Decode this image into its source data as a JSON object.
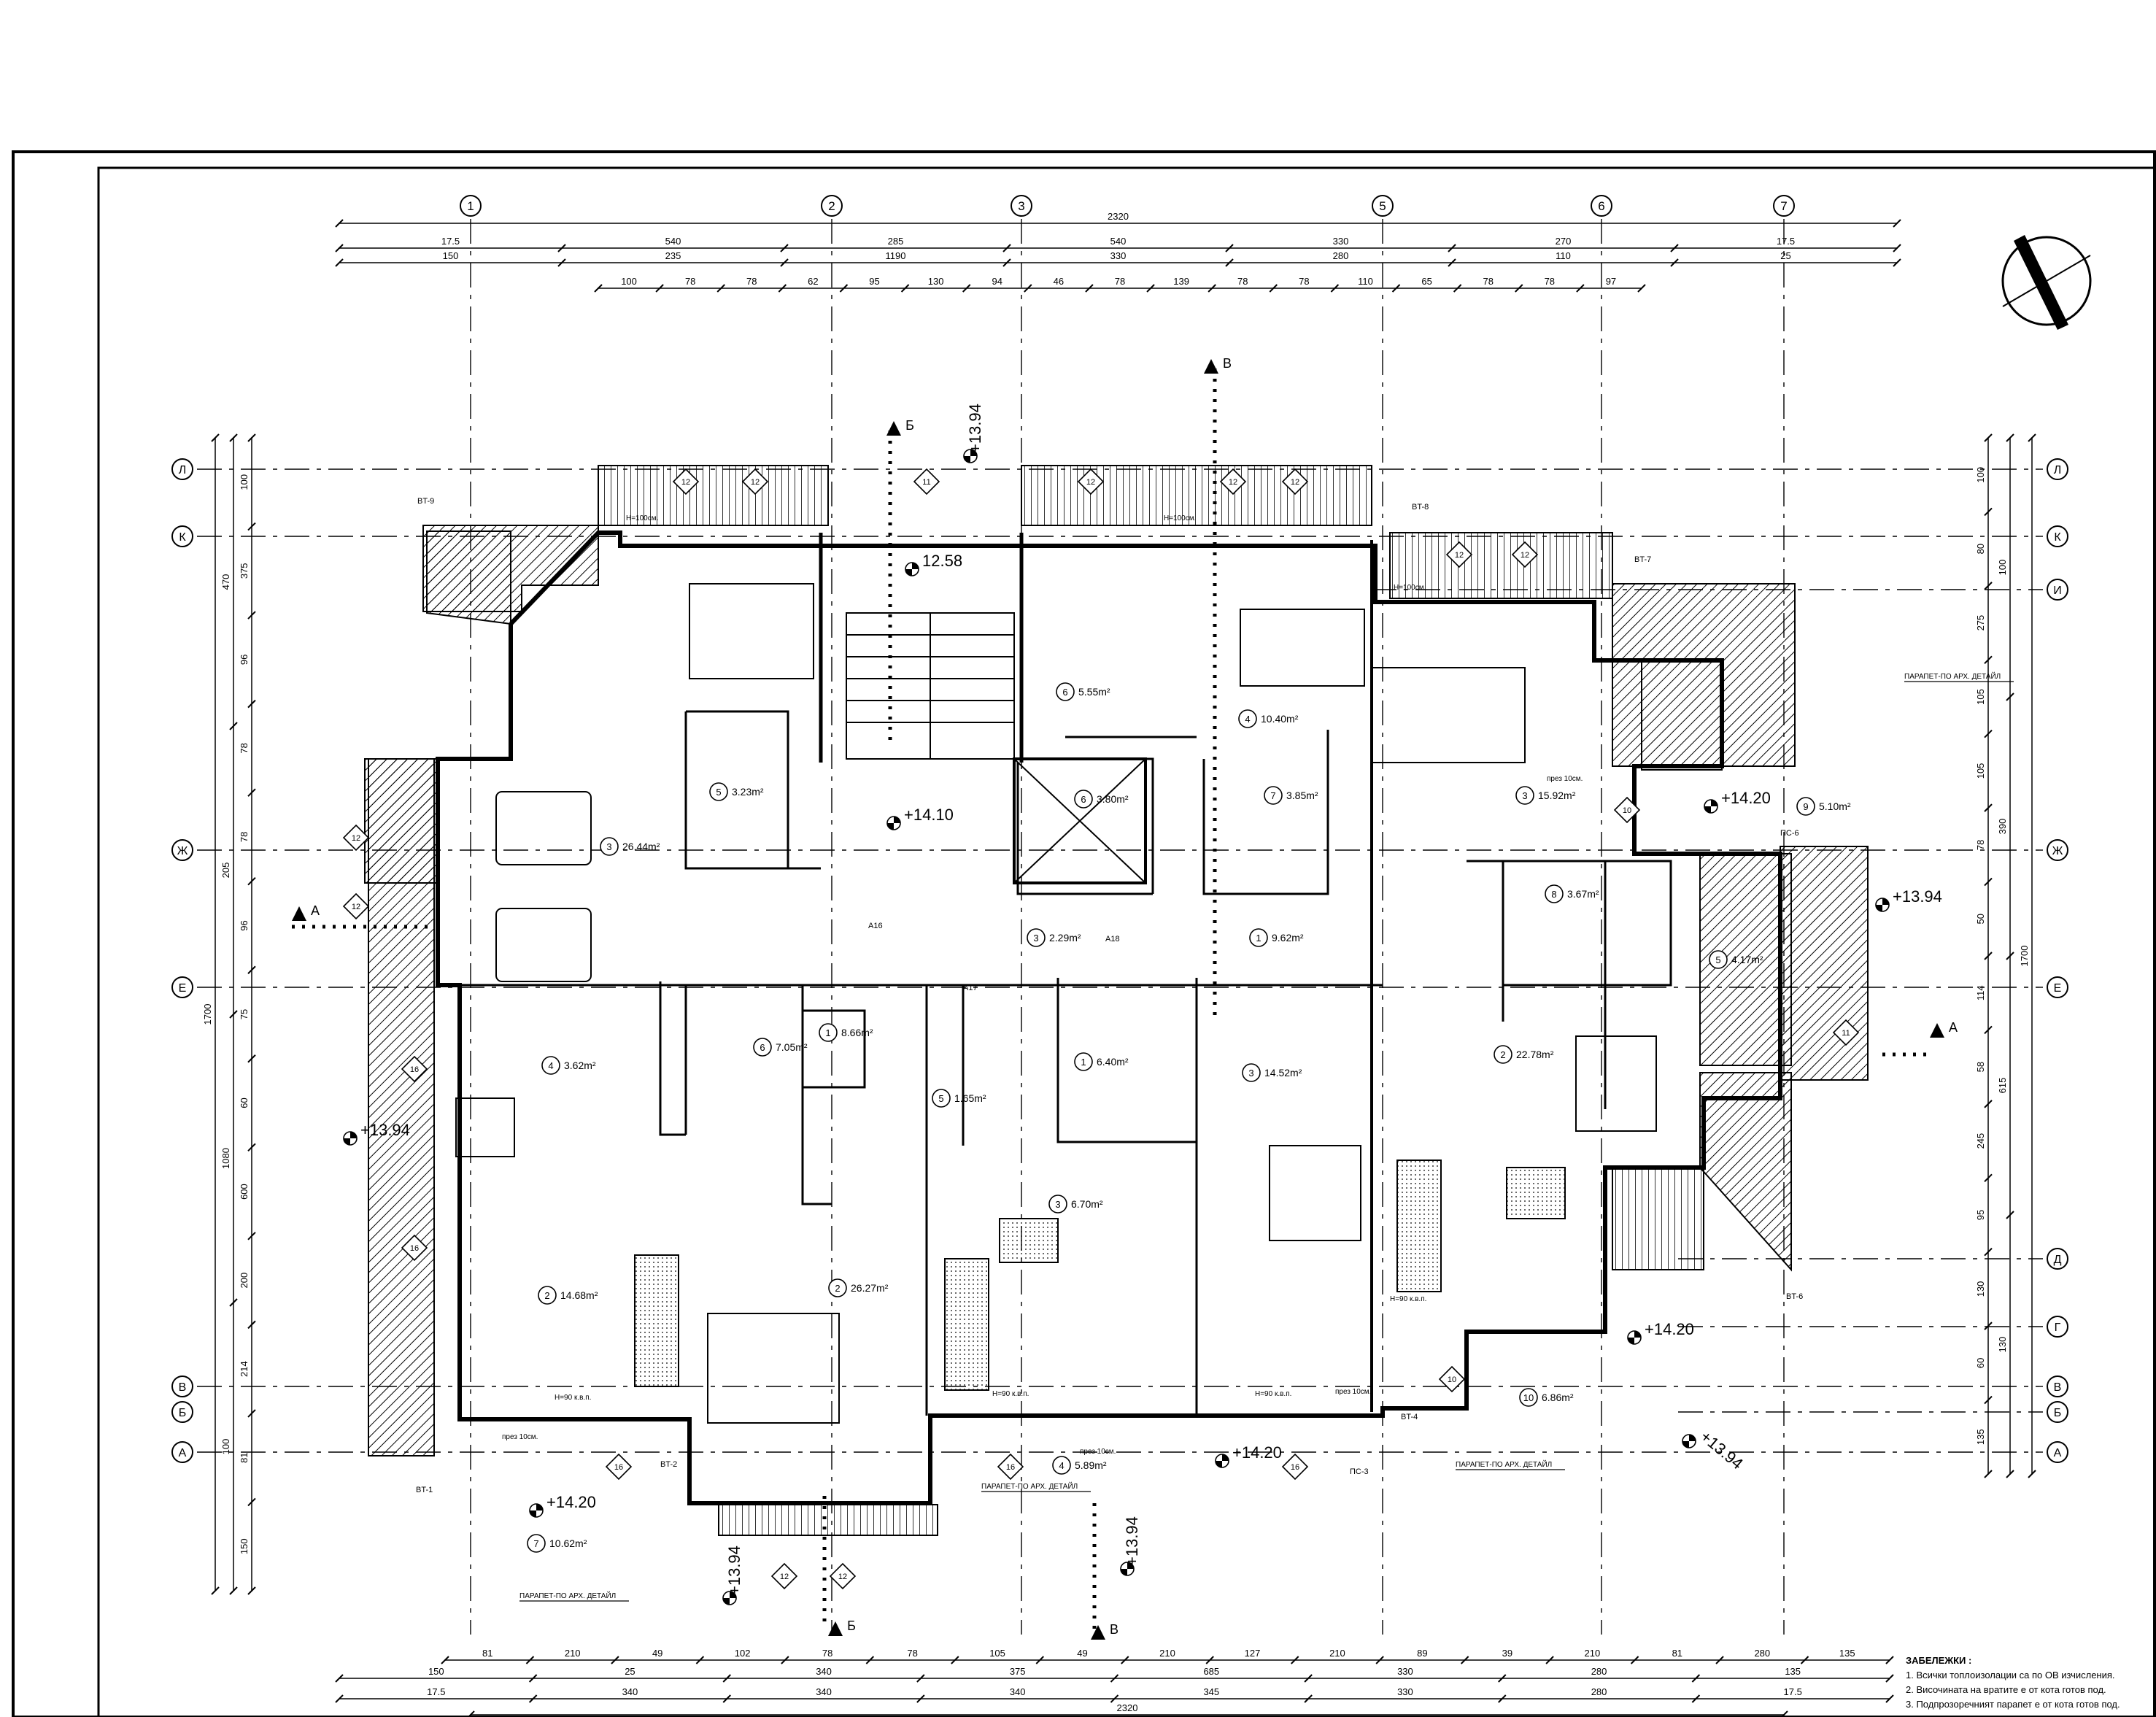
{
  "grid": {
    "columns": [
      "1",
      "2",
      "3",
      "5",
      "6",
      "7"
    ],
    "rows": [
      "Л",
      "К",
      "И",
      "Ж",
      "Е",
      "Д",
      "Г",
      "В",
      "Б",
      "А"
    ]
  },
  "dimensions": {
    "top_total": "2320",
    "top_row1": [
      "17.5",
      "540",
      "285",
      "540",
      "330",
      "270",
      "17.5"
    ],
    "top_row2": [
      "150",
      "235",
      "1190",
      "330",
      "280",
      "110",
      "25"
    ],
    "top_row3": [
      "100",
      "78",
      "78",
      "62",
      "95",
      "130",
      "94",
      "46",
      "78",
      "139",
      "78",
      "78",
      "110",
      "65",
      "78",
      "78",
      "97"
    ],
    "bottom_row1": [
      "81",
      "210",
      "49",
      "102",
      "78",
      "78",
      "105",
      "49",
      "210",
      "127",
      "210",
      "89",
      "39",
      "210",
      "81",
      "280",
      "135"
    ],
    "bottom_row2": [
      "150",
      "25",
      "340",
      "375",
      "685",
      "330",
      "280",
      "135"
    ],
    "bottom_row3": [
      "17.5",
      "340",
      "340",
      "340",
      "345",
      "330",
      "280",
      "17.5"
    ],
    "bottom_total": "2320",
    "left_outer": "1700",
    "left_segments": [
      "470",
      "205",
      "1080",
      "100"
    ],
    "left_inner": [
      "100",
      "375",
      "96",
      "78",
      "78",
      "96",
      "75",
      "60",
      "600",
      "200",
      "214",
      "81",
      "150"
    ],
    "right_outer": "1700",
    "right_segments": [
      "100",
      "390",
      "615",
      "130"
    ],
    "right_inner": [
      "100",
      "80",
      "275",
      "105",
      "105",
      "78",
      "50",
      "114",
      "58",
      "245",
      "95",
      "130",
      "60",
      "135"
    ]
  },
  "sections": [
    {
      "label": "Б",
      "id": "sec-b-top"
    },
    {
      "label": "В",
      "id": "sec-v-top"
    },
    {
      "label": "А",
      "id": "sec-a-left"
    },
    {
      "label": "А",
      "id": "sec-a-right"
    },
    {
      "label": "Б",
      "id": "sec-b-bottom"
    },
    {
      "label": "В",
      "id": "sec-v-bottom"
    }
  ],
  "levels": [
    "+13.94",
    "12.58",
    "+14.10",
    "+14.20",
    "+13.94",
    "+13.94",
    "+14.20",
    "+13.94",
    "+14.20",
    "+14.20",
    "+13.94",
    "+13.94"
  ],
  "rooms": [
    {
      "num": "1",
      "area": "9.62m²"
    },
    {
      "num": "2",
      "area": "22.78m²"
    },
    {
      "num": "3",
      "area": "15.92m²"
    },
    {
      "num": "4",
      "area": "10.40m²"
    },
    {
      "num": "5",
      "area": "4.17m²"
    },
    {
      "num": "6",
      "area": "5.55m²"
    },
    {
      "num": "7",
      "area": "3.85m²"
    },
    {
      "num": "8",
      "area": "3.67m²"
    },
    {
      "num": "9",
      "area": "5.10m²"
    },
    {
      "num": "10",
      "area": "6.86m²"
    },
    {
      "num": "3",
      "area": "26.44m²"
    },
    {
      "num": "4",
      "area": "3.62m²"
    },
    {
      "num": "2",
      "area": "14.68m²"
    },
    {
      "num": "5",
      "area": "3.23m²"
    },
    {
      "num": "6",
      "area": "7.05m²"
    },
    {
      "num": "1",
      "area": "8.66m²"
    },
    {
      "num": "5",
      "area": "1.65m²"
    },
    {
      "num": "1",
      "area": "6.40m²"
    },
    {
      "num": "6",
      "area": "3.80m²"
    },
    {
      "num": "3",
      "area": "2.29m²"
    },
    {
      "num": "3",
      "area": "6.70m²"
    },
    {
      "num": "2",
      "area": "26.27m²"
    },
    {
      "num": "3",
      "area": "14.52m²"
    },
    {
      "num": "4",
      "area": "5.89m²"
    },
    {
      "num": "7",
      "area": "10.62m²"
    }
  ],
  "window_tags": [
    "12",
    "12",
    "11",
    "12",
    "12",
    "12",
    "12",
    "12",
    "12",
    "11",
    "12",
    "16",
    "16",
    "16",
    "16",
    "16",
    "12",
    "12",
    "10",
    "10"
  ],
  "elements": [
    "BT-9",
    "BT-8",
    "BT-7",
    "BT-6",
    "BT-4",
    "BT-2",
    "BT-1",
    "ПС-6",
    "ПС-3",
    "А16",
    "А17",
    "А18"
  ],
  "annotations": [
    "ПАРАПЕТ-ПО АРХ. ДЕТАЙЛ",
    "ПАРАПЕТ-ПО АРХ. ДЕТАЙЛ",
    "ПАРАПЕТ-ПО АРХ. ДЕТАЙЛ",
    "ПАРАПЕТ-ПО АРХ. ДЕТАЙЛ",
    "H=90 к.в.п.",
    "H=90 к.в.п.",
    "H=90 к.в.п.",
    "H=90 к.в.п.",
    "H=100см.",
    "H=100см.",
    "H=100см.",
    "през 10см.",
    "през 10см.",
    "през 10см.",
    "през 10см."
  ],
  "notes": {
    "title": "ЗАБЕЛЕЖКИ :",
    "items": [
      "1. Всички топлоизолации са по ОВ изчисления.",
      "2. Височината на вратите е от кота готов под.",
      "3. Подпрозоречният парапет е от кота готов под."
    ]
  }
}
